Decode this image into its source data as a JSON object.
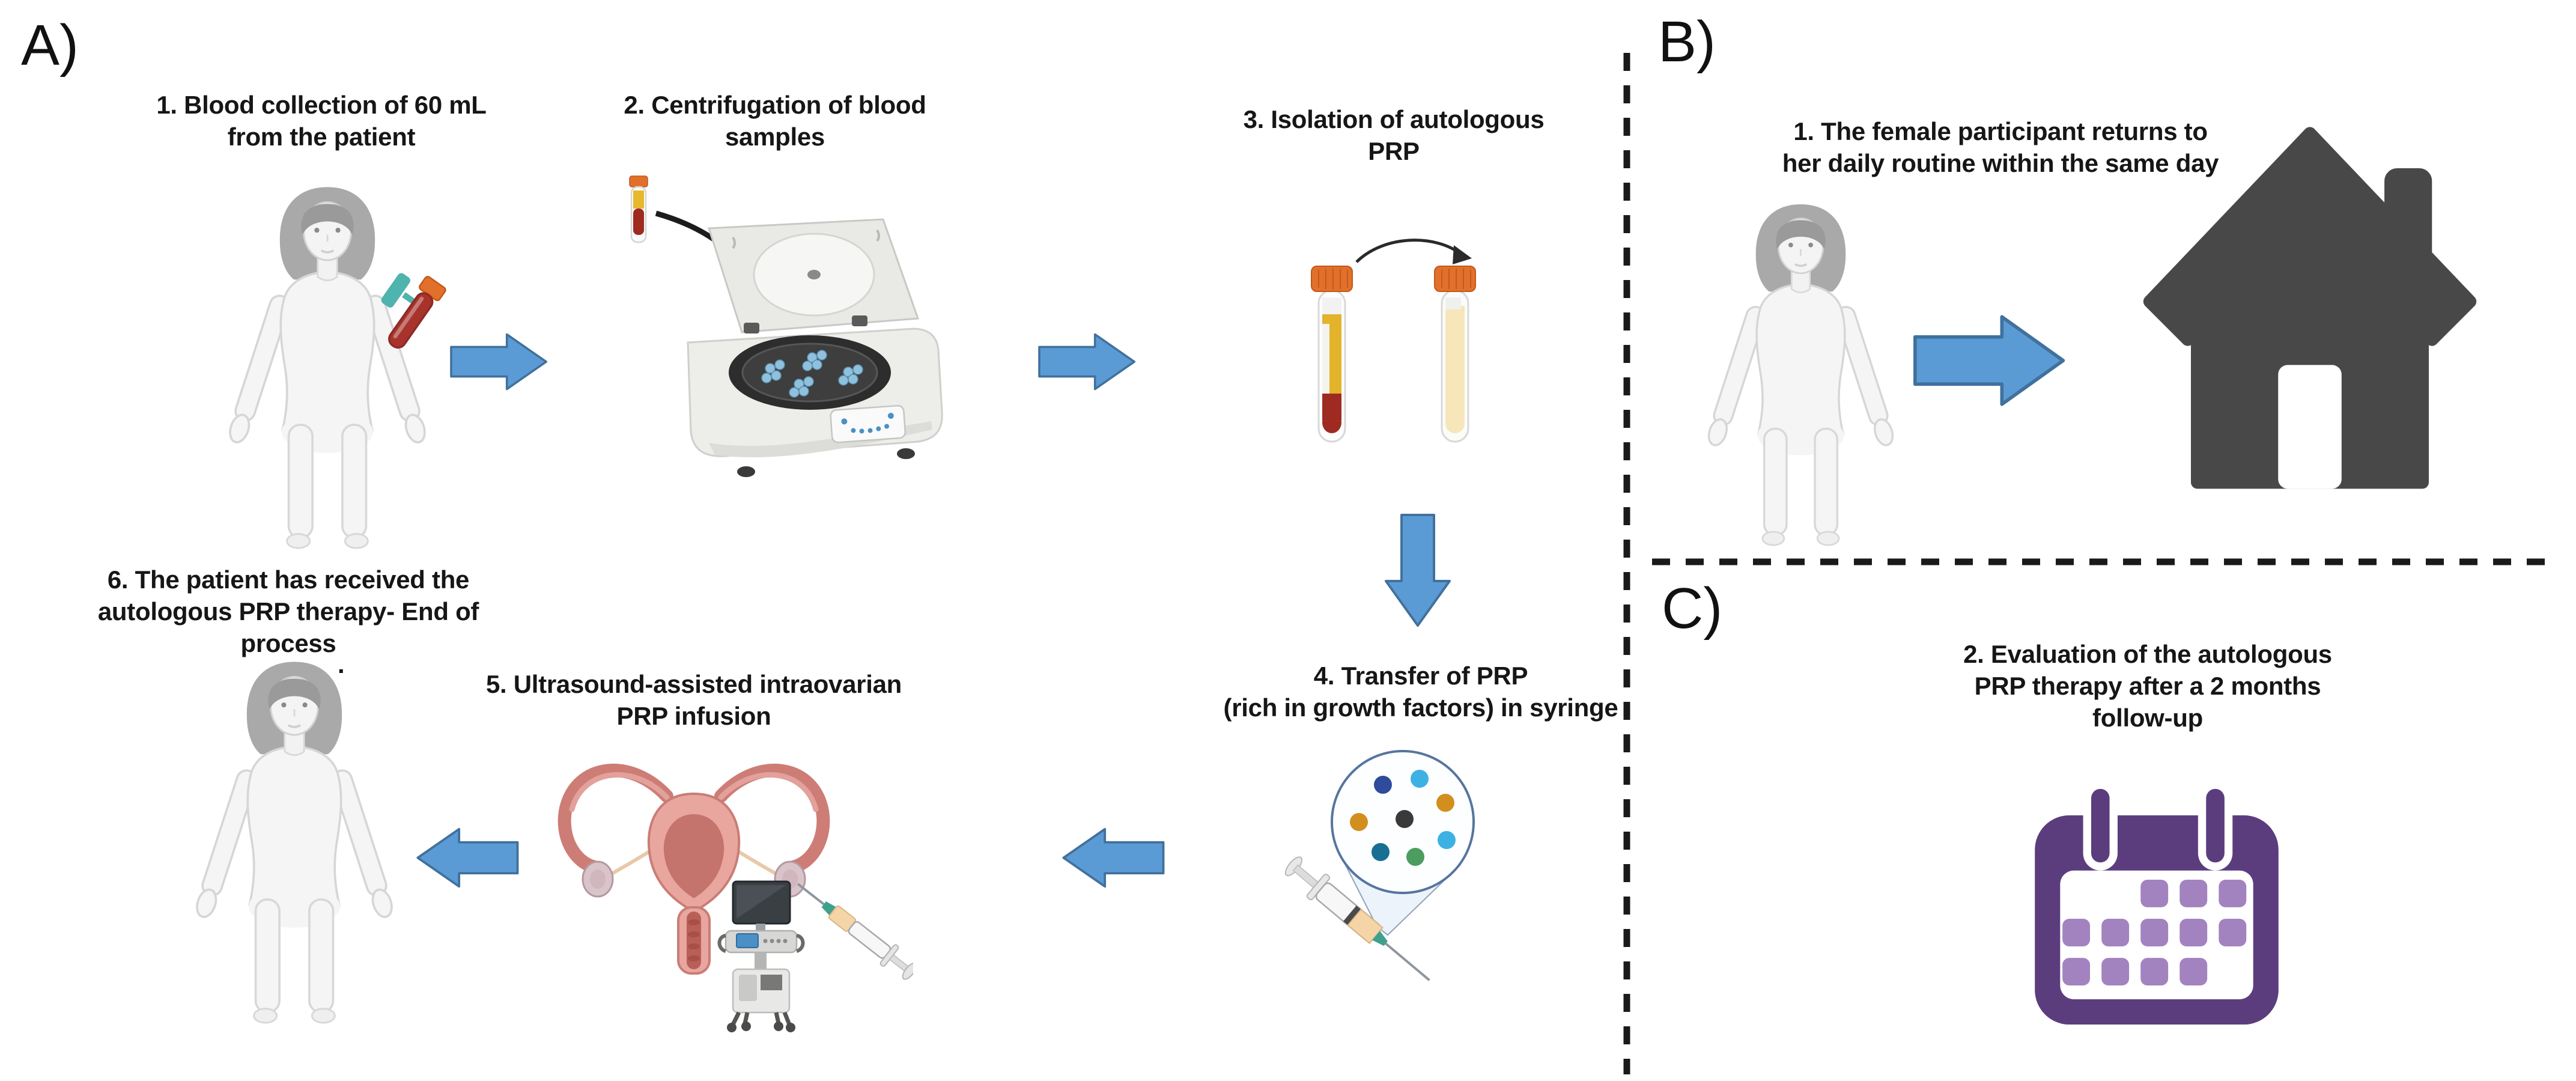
{
  "page": {
    "background": "#ffffff",
    "kind": "PRP therapy workflow infographic"
  },
  "colors": {
    "arrow_fill": "#5b9bd5",
    "arrow_stroke": "#41719c",
    "house": "#484848",
    "calendar_body": "#5b3d7e",
    "calendar_square": "#a283bf",
    "dash": "#1a1a1a",
    "cap_orange": "#e2702a",
    "blood_red": "#9e2a22",
    "plasma_yellow": "#e3b32c",
    "prp_cream": "#f6e6ba",
    "uterus_pink": "#e8a69f"
  },
  "panelA": {
    "label": "A)",
    "steps": {
      "s1": {
        "lines": [
          "1. Blood collection of 60 mL",
          "from the patient"
        ]
      },
      "s2": {
        "lines": [
          "2. Centrifugation of  blood",
          "samples"
        ]
      },
      "s3": {
        "lines": [
          "3. Isolation of autologous",
          "PRP"
        ]
      },
      "s4": {
        "lines": [
          "4. Transfer of PRP",
          "(rich in growth factors) in syringe"
        ]
      },
      "s5": {
        "lines": [
          "5. Ultrasound-assisted intraovarian",
          "PRP infusion"
        ]
      },
      "s6": {
        "lines": [
          "6. The patient has received the",
          "autologous PRP therapy- End of",
          "process"
        ],
        "stray_mark": "."
      }
    }
  },
  "panelB": {
    "label": "B)",
    "steps": {
      "s1": {
        "lines": [
          "1. The female participant returns to",
          "her daily routine within the same day"
        ]
      }
    }
  },
  "panelC": {
    "label": "C)",
    "steps": {
      "s2": {
        "lines": [
          "2. Evaluation of the autologous",
          "PRP therapy after a 2 months",
          "follow-up"
        ]
      }
    }
  },
  "icons": {
    "woman_figure": "female-patient-silhouette",
    "blood_tube": "blood-collection-tube",
    "centrifuge": "benchtop-centrifuge",
    "separated_tubes": "separated-blood-and-prp-tubes",
    "syringe": "syringe",
    "growth_factors": "growth-factors-magnifier",
    "uterus": "uterus-with-ovaries",
    "ultrasound": "ultrasound-machine-cart",
    "house": "home",
    "calendar": "follow-up-calendar",
    "arrows": [
      "arrow-right",
      "arrow-down",
      "arrow-left"
    ]
  }
}
